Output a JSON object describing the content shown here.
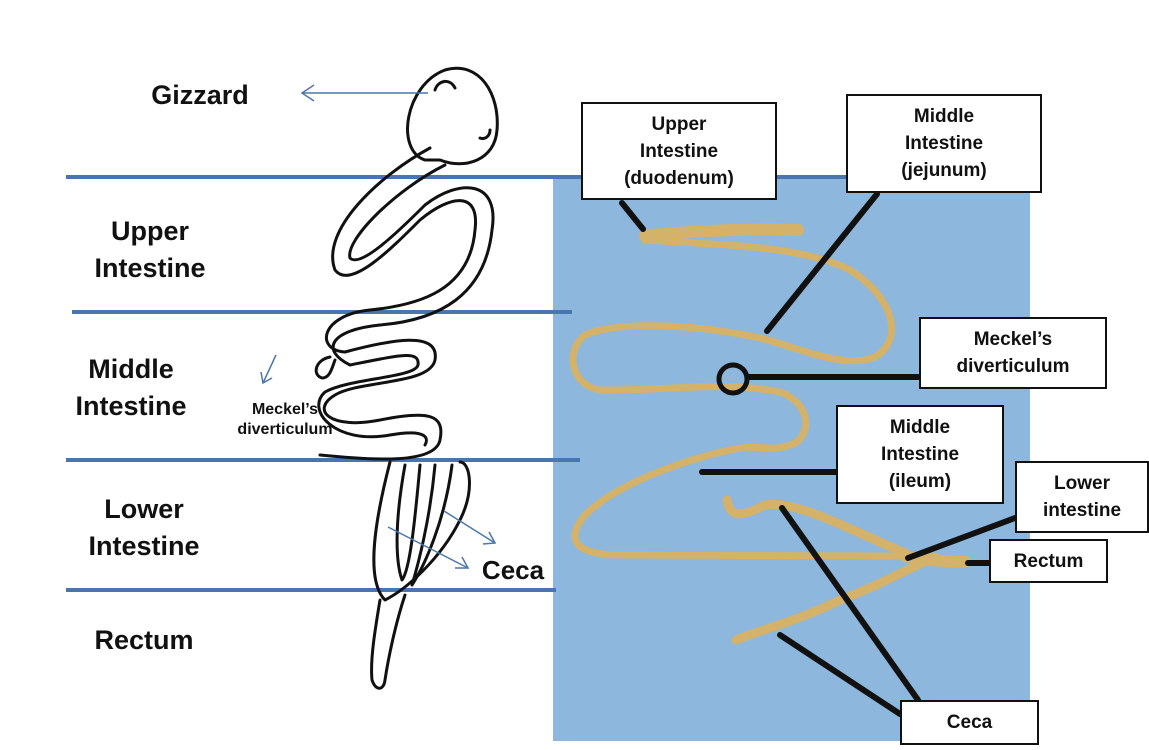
{
  "colors": {
    "divider": "#4a76b0",
    "arrow": "#4a76b0",
    "panel_background": "#8db7dc",
    "intestine_tissue": "#d4b26a",
    "callout_border": "#111111"
  },
  "left_diagram": {
    "region_labels": {
      "gizzard": "Gizzard",
      "upper": "Upper\nIntestine",
      "middle": "Middle\nIntestine",
      "lower": "Lower\nIntestine",
      "rectum": "Rectum"
    },
    "annotations": {
      "meckels": "Meckel’s\ndiverticulum",
      "ceca": "Ceca"
    }
  },
  "photo_callouts": {
    "duodenum": "Upper\nIntestine\n(duodenum)",
    "jejunum": "Middle\nIntestine\n(jejunum)",
    "meckels": "Meckel’s\ndiverticulum",
    "ileum": "Middle\nIntestine\n(ileum)",
    "lower_intestine": "Lower\nintestine",
    "rectum": "Rectum",
    "ceca": "Ceca"
  }
}
